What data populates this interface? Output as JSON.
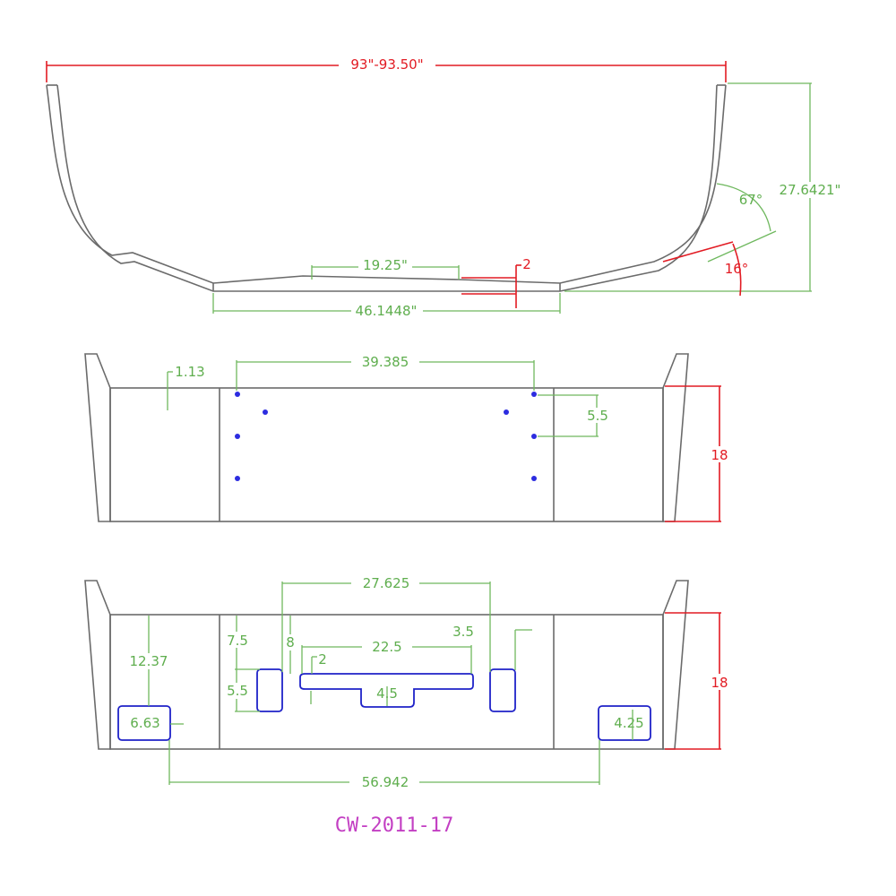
{
  "drawing_number": "CW-2011-17",
  "colors": {
    "outline": "#6b6b6b",
    "dimension": "#5fae4e",
    "overall_dimension": "#e21b23",
    "cutout": "#1f22c8",
    "hole": "#2c2ce0",
    "title": "#c33fc3"
  },
  "top_view": {
    "overall_width": "93\"-93.50\"",
    "height": "27.6421\"",
    "angle_upper": "67°",
    "angle_lower": "16°",
    "center_flat": "19.25\"",
    "step": "2",
    "bottom_width": "46.1448\""
  },
  "front_view": {
    "hole_spacing": "39.385",
    "edge_offset": "1.13",
    "hole_vertical": "5.5",
    "height": "18"
  },
  "rear_view": {
    "slot_spacing": "27.625",
    "center_cutout_width": "22.5",
    "notch_width": "4.5",
    "notch_offset": "2",
    "slot_offset": "3.5",
    "top_to_slot": "7.5",
    "top_to_cutout": "8",
    "slot_height": "5.5",
    "side_drop": "12.37",
    "left_cutout_width": "6.63",
    "right_cutout_height": "4.25",
    "cutout_spacing": "56.942",
    "height": "18"
  }
}
